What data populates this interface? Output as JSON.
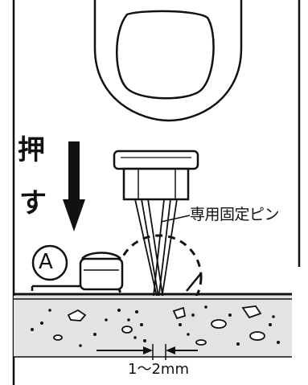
{
  "labels": {
    "push_kanji_1": "押",
    "push_kanji_2": "す",
    "pin_label": "専用固定ピン",
    "marker_a": "A",
    "gap_label": "1〜2mm"
  },
  "colors": {
    "ink": "#111111",
    "ground_fill": "#e3e3e3",
    "background": "#ffffff"
  },
  "icons": [
    "downward-arrow-icon",
    "circle-a-marker-icon"
  ]
}
